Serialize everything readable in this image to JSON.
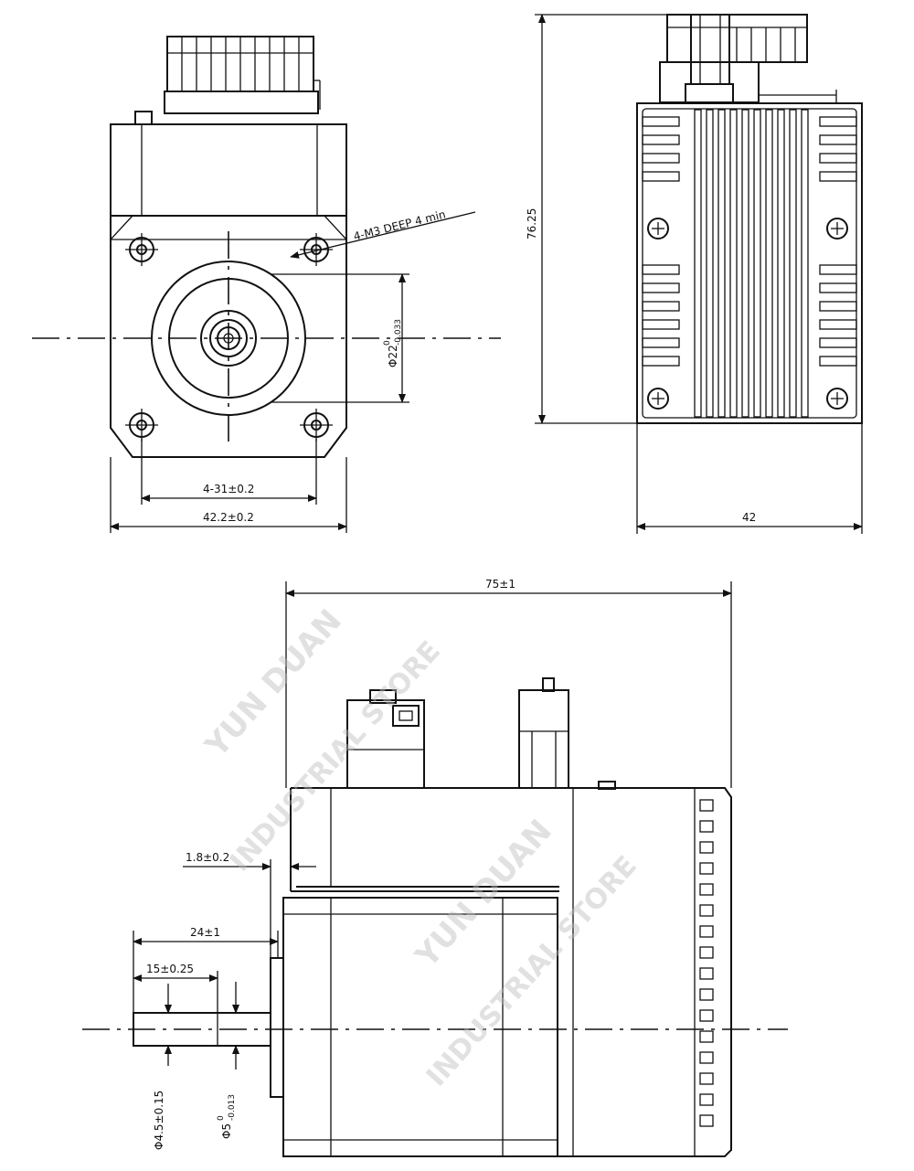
{
  "front_view": {
    "tap_note": "4-M3 DEEP 4 min",
    "pilot_diameter": "Φ22",
    "pilot_tol_upper": "0",
    "pilot_tol_lower": "-0.033",
    "hole_spacing": "4-31±0.2",
    "flange_width": "42.2±0.2"
  },
  "rear_view": {
    "height": "76.25",
    "width": "42"
  },
  "side_view": {
    "overall_length": "75±1",
    "flange_thickness": "1.8±0.2",
    "shaft_length": "24±1",
    "flat_length": "15±0.25",
    "flat_dim": "Φ4.5±0.15",
    "shaft_diameter": "Φ5",
    "shaft_tol_upper": "0",
    "shaft_tol_lower": "-0.013"
  },
  "watermark": {
    "line1": "YUN DUAN",
    "line2": "INDUSTRIAL STORE"
  }
}
